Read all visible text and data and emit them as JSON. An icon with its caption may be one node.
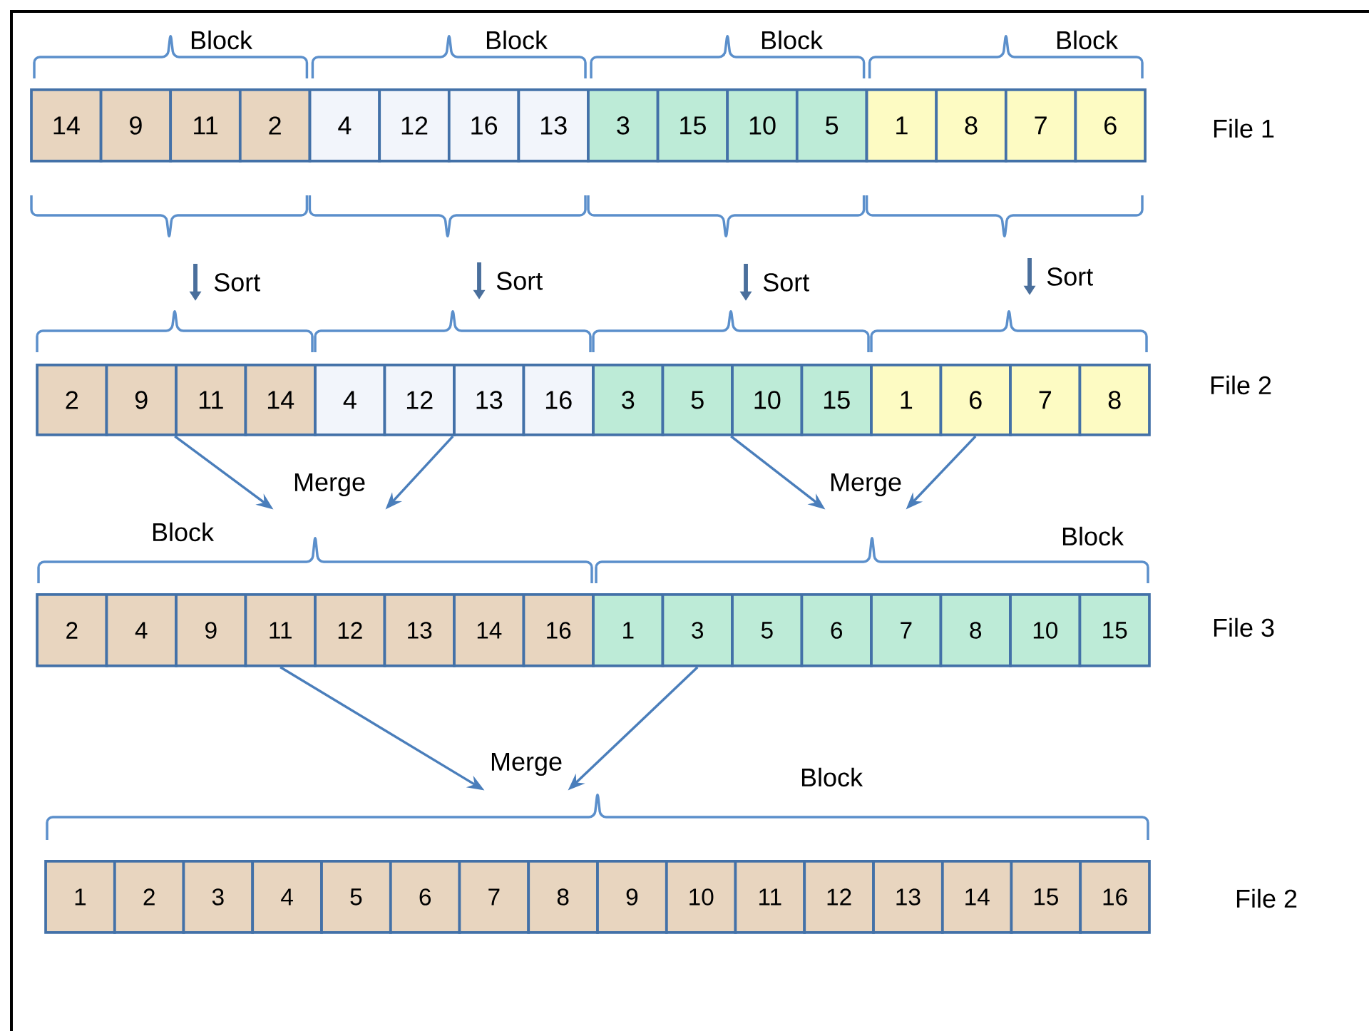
{
  "diagram": {
    "nodes": [
      {
        "text": [
          "14"
        ]
      },
      {
        "text": [
          "9"
        ]
      },
      {
        "text": [
          "11"
        ]
      },
      {
        "text": [
          "2"
        ]
      },
      {
        "text": [
          "4"
        ]
      },
      {
        "text": [
          "12"
        ]
      },
      {
        "text": [
          "16"
        ]
      },
      {
        "text": [
          "13"
        ]
      },
      {
        "text": [
          "3"
        ]
      },
      {
        "text": [
          "15"
        ]
      },
      {
        "text": [
          "10"
        ]
      },
      {
        "text": [
          "5"
        ]
      },
      {
        "text": [
          "1"
        ]
      },
      {
        "text": [
          "8"
        ]
      },
      {
        "text": [
          "7"
        ]
      },
      {
        "text": [
          "6"
        ]
      },
      {
        "text": [
          "2"
        ]
      },
      {
        "text": [
          "9"
        ]
      },
      {
        "text": [
          "11"
        ]
      },
      {
        "text": [
          "14"
        ]
      },
      {
        "text": [
          "4"
        ]
      },
      {
        "text": [
          "12"
        ]
      },
      {
        "text": [
          "13"
        ]
      },
      {
        "text": [
          "16"
        ]
      },
      {
        "text": [
          "3"
        ]
      },
      {
        "text": [
          "5"
        ]
      },
      {
        "text": [
          "10"
        ]
      },
      {
        "text": [
          "15"
        ]
      },
      {
        "text": [
          "1"
        ]
      },
      {
        "text": [
          "6"
        ]
      },
      {
        "text": [
          "7"
        ]
      },
      {
        "text": [
          "8"
        ]
      },
      {
        "text": [
          "2"
        ]
      },
      {
        "text": [
          "4"
        ]
      },
      {
        "text": [
          "9"
        ]
      },
      {
        "text": [
          "11"
        ]
      },
      {
        "text": [
          "12"
        ]
      },
      {
        "text": [
          "13"
        ]
      },
      {
        "text": [
          "14"
        ]
      },
      {
        "text": [
          "16"
        ]
      },
      {
        "text": [
          "1"
        ]
      },
      {
        "text": [
          "3"
        ]
      },
      {
        "text": [
          "5"
        ]
      },
      {
        "text": [
          "6"
        ]
      },
      {
        "text": [
          "7"
        ]
      },
      {
        "text": [
          "8"
        ]
      },
      {
        "text": [
          "10"
        ]
      },
      {
        "text": [
          "15"
        ]
      },
      {
        "text": [
          "1"
        ]
      },
      {
        "text": [
          "2"
        ]
      },
      {
        "text": [
          "3"
        ]
      },
      {
        "text": [
          "4"
        ]
      },
      {
        "text": [
          "5"
        ]
      },
      {
        "text": [
          "6"
        ]
      },
      {
        "text": [
          "7"
        ]
      },
      {
        "text": [
          "8"
        ]
      },
      {
        "text": [
          "9"
        ]
      },
      {
        "text": [
          "10"
        ]
      },
      {
        "text": [
          "11"
        ]
      },
      {
        "text": [
          "12"
        ]
      },
      {
        "text": [
          "13"
        ]
      },
      {
        "text": [
          "14"
        ]
      },
      {
        "text": [
          "15"
        ]
      },
      {
        "text": [
          "16"
        ]
      },
      {
        "text": [
          "Merge"
        ]
      },
      {
        "text": [
          "Merge"
        ]
      },
      {
        "text": [
          "Merge"
        ]
      }
    ],
    "edges": [
      {
        "from": 18,
        "to": 64,
        "arrow": "to"
      },
      {
        "from": 22,
        "to": 64,
        "arrow": "to"
      },
      {
        "from": 26,
        "to": 65,
        "arrow": "to"
      },
      {
        "from": 29,
        "to": 65,
        "arrow": "to"
      },
      {
        "from": 35,
        "to": 66,
        "arrow": "to"
      },
      {
        "from": 41,
        "to": 66,
        "arrow": "to"
      }
    ],
    "labels": [
      "Block",
      "Block",
      "Block",
      "Block",
      "File 1",
      "Sort",
      "Sort",
      "Sort",
      "Sort",
      "File 2",
      "Block",
      "Block",
      "File 3",
      "Block",
      "File 2"
    ]
  }
}
